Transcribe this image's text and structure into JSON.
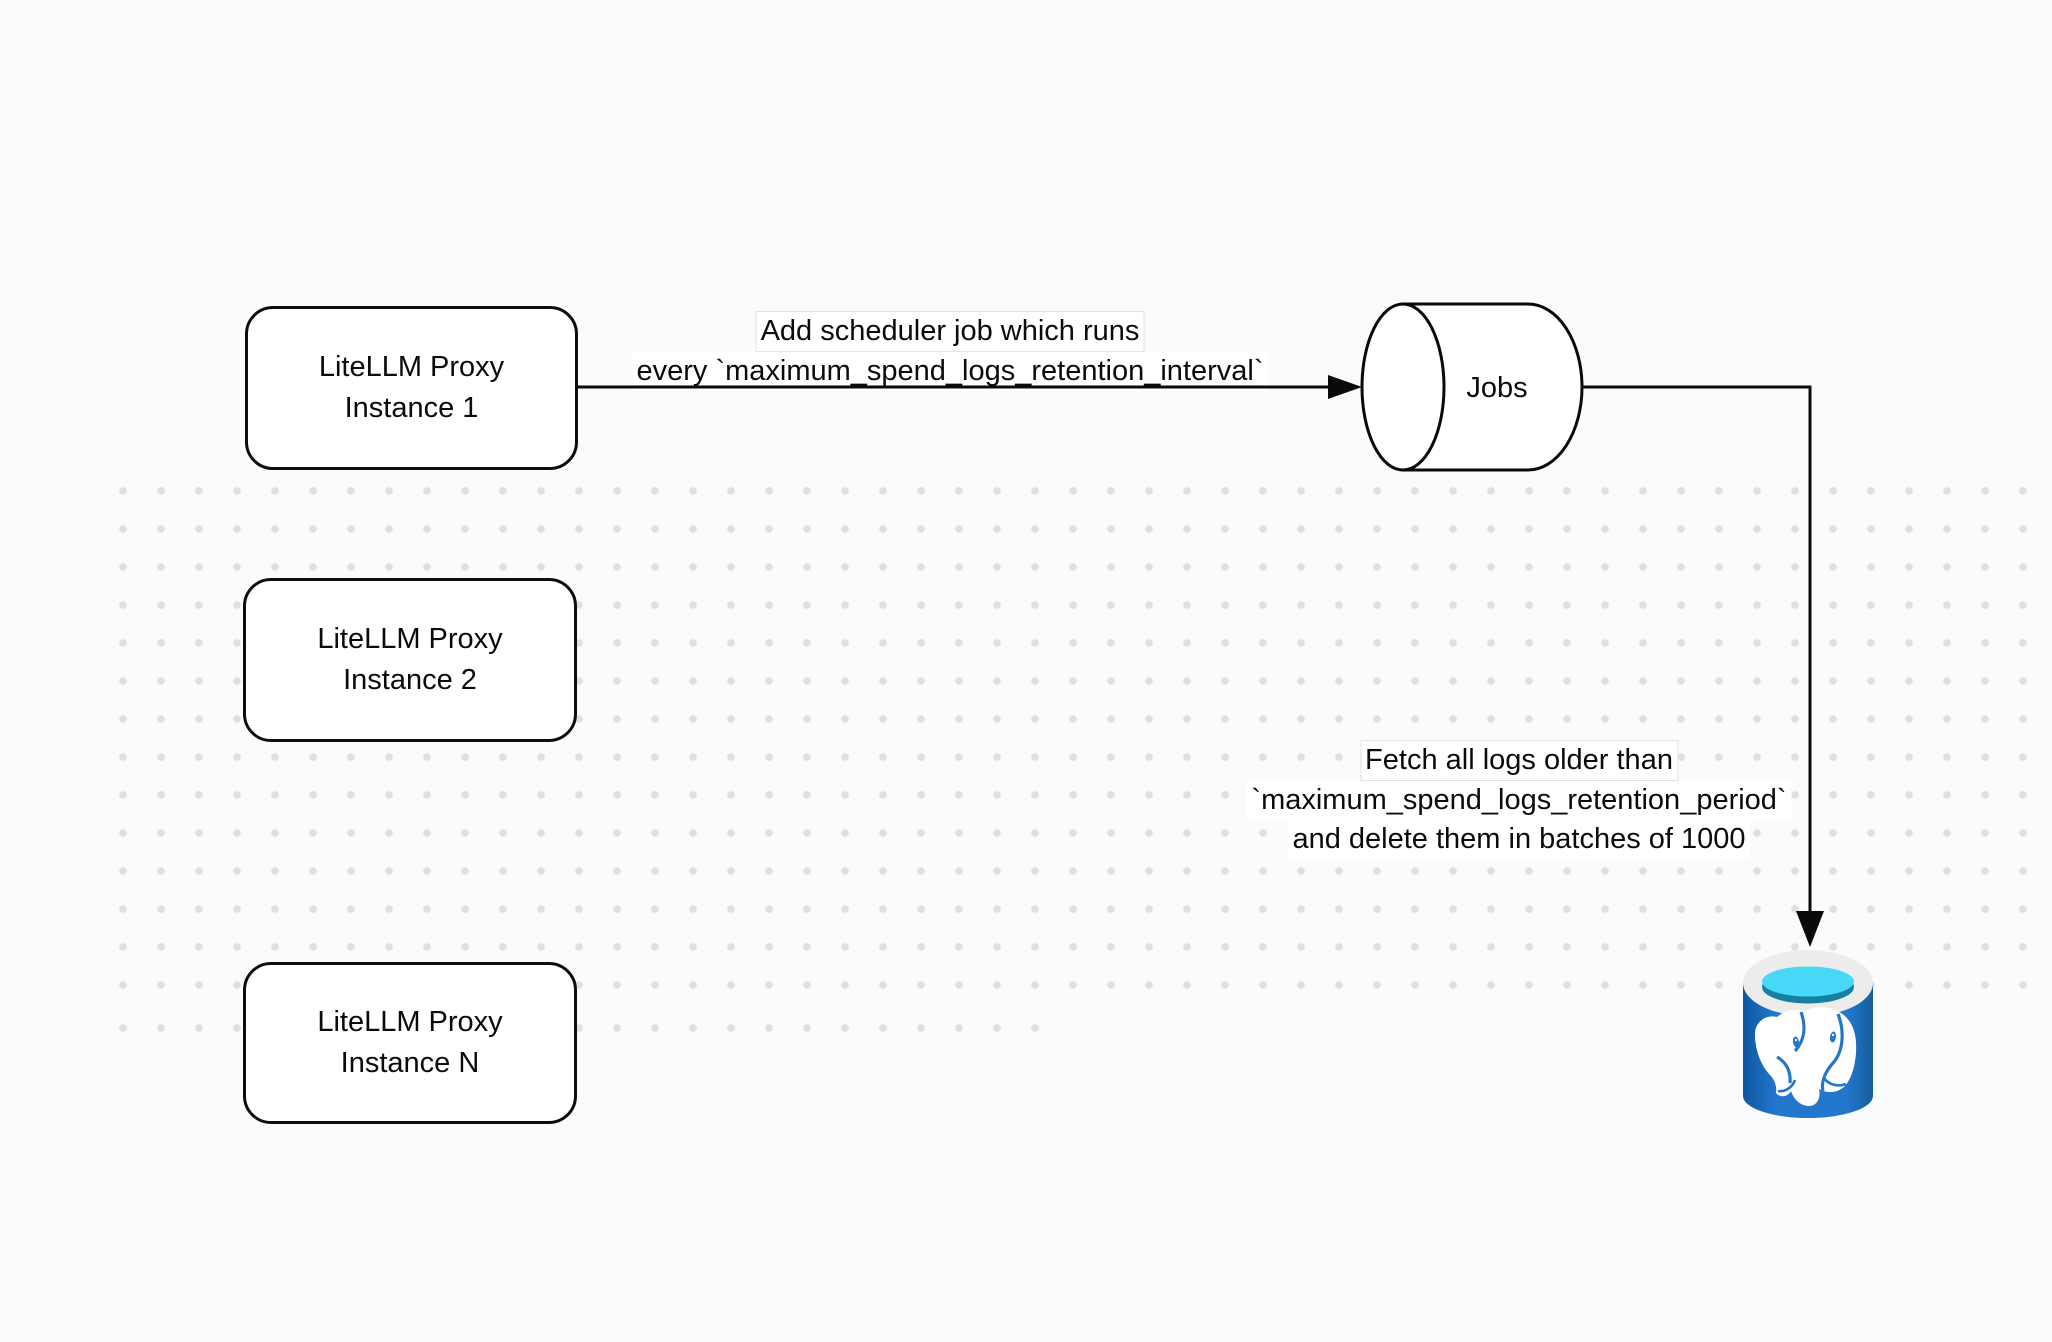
{
  "nodes": {
    "proxy1": {
      "line1": "LiteLLM Proxy",
      "line2": "Instance 1"
    },
    "proxy2": {
      "line1": "LiteLLM Proxy",
      "line2": "Instance 2"
    },
    "proxyN": {
      "line1": "LiteLLM Proxy",
      "line2": "Instance N"
    },
    "jobs": {
      "label": "Jobs"
    }
  },
  "edges": {
    "scheduler": {
      "line1": "Add scheduler job which runs",
      "line2": "every `maximum_spend_logs_retention_interval`"
    },
    "cleanup": {
      "line1": "Fetch all logs older than",
      "line2": "`maximum_spend_logs_retention_period`",
      "line3": "and delete them in batches of 1000"
    }
  },
  "icons": {
    "database": "postgresql-database-icon",
    "queue": "jobs-queue-cylinder"
  },
  "colors": {
    "stroke": "#0a0a0a",
    "node_fill": "#ffffff",
    "db_blue": "#2277cd",
    "db_blue_dark": "#0f56a0",
    "db_blue_edge": "#165e9c",
    "db_ring": "#ececec",
    "db_cyan": "#47d8f8",
    "db_teal": "#187fa0",
    "elephant": "#ffffff",
    "dot": "#e0e0e0"
  }
}
